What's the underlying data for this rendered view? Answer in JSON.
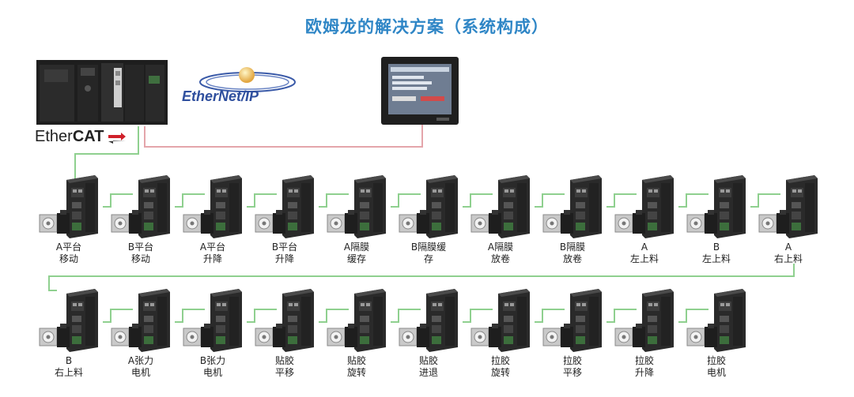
{
  "title": "欧姆龙的解决方案（系统构成）",
  "brands": {
    "ethercat_ether": "Ether",
    "ethercat_cat": "CAT",
    "ethernetip": "EtherNet/IP"
  },
  "colors": {
    "title": "#2f86c6",
    "ethercat_line": "#8fd08f",
    "ethernet_line": "#e4a5ab"
  },
  "row1": [
    {
      "l1": "A平台",
      "l2": "移动"
    },
    {
      "l1": "B平台",
      "l2": "移动"
    },
    {
      "l1": "A平台",
      "l2": "升降"
    },
    {
      "l1": "B平台",
      "l2": "升降"
    },
    {
      "l1": "A隔膜",
      "l2": "缓存"
    },
    {
      "l1": "B隔膜缓",
      "l2": "存"
    },
    {
      "l1": "A隔膜",
      "l2": "放卷"
    },
    {
      "l1": "B隔膜",
      "l2": "放卷"
    },
    {
      "l1": "A",
      "l2": "左上料"
    },
    {
      "l1": "B",
      "l2": "左上料"
    },
    {
      "l1": "A",
      "l2": "右上料"
    }
  ],
  "row2": [
    {
      "l1": "B",
      "l2": "右上料"
    },
    {
      "l1": "A张力",
      "l2": "电机"
    },
    {
      "l1": "B张力",
      "l2": "电机"
    },
    {
      "l1": "贴胶",
      "l2": "平移"
    },
    {
      "l1": "贴胶",
      "l2": "旋转"
    },
    {
      "l1": "贴胶",
      "l2": "进退"
    },
    {
      "l1": "拉胶",
      "l2": "旋转"
    },
    {
      "l1": "拉胶",
      "l2": "平移"
    },
    {
      "l1": "拉胶",
      "l2": "升降"
    },
    {
      "l1": "拉胶",
      "l2": "电机"
    }
  ]
}
